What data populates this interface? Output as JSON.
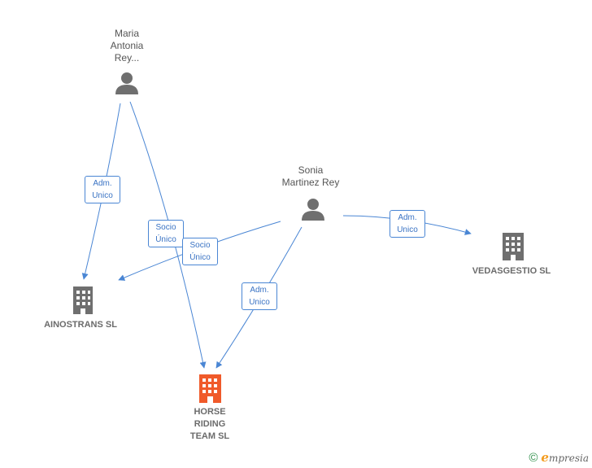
{
  "persons": {
    "maria": {
      "name": "Maria\nAntonia\nRey..."
    },
    "sonia": {
      "name": "Sonia\nMartinez Rey"
    }
  },
  "companies": {
    "ainostrans": {
      "name": "AINOSTRANS SL",
      "color": "#6f6f6f"
    },
    "vedasgestio": {
      "name": "VEDASGESTIO SL",
      "color": "#6f6f6f"
    },
    "horse": {
      "name": "HORSE\nRIDING\nTEAM  SL",
      "color": "#f05a2a"
    }
  },
  "edges": {
    "maria_ainostrans": "Adm.\nUnico",
    "maria_horse": "Socio\nÚnico",
    "sonia_ainostrans": "Socio\nÚnico",
    "sonia_horse": "Adm.\nUnico",
    "sonia_vedasgestio": "Adm.\nUnico"
  },
  "colors": {
    "edge": "#4a86d4",
    "person": "#6f6f6f"
  },
  "footer": {
    "copyright": "©",
    "brand_initial": "e",
    "brand_rest": "mpresia"
  }
}
